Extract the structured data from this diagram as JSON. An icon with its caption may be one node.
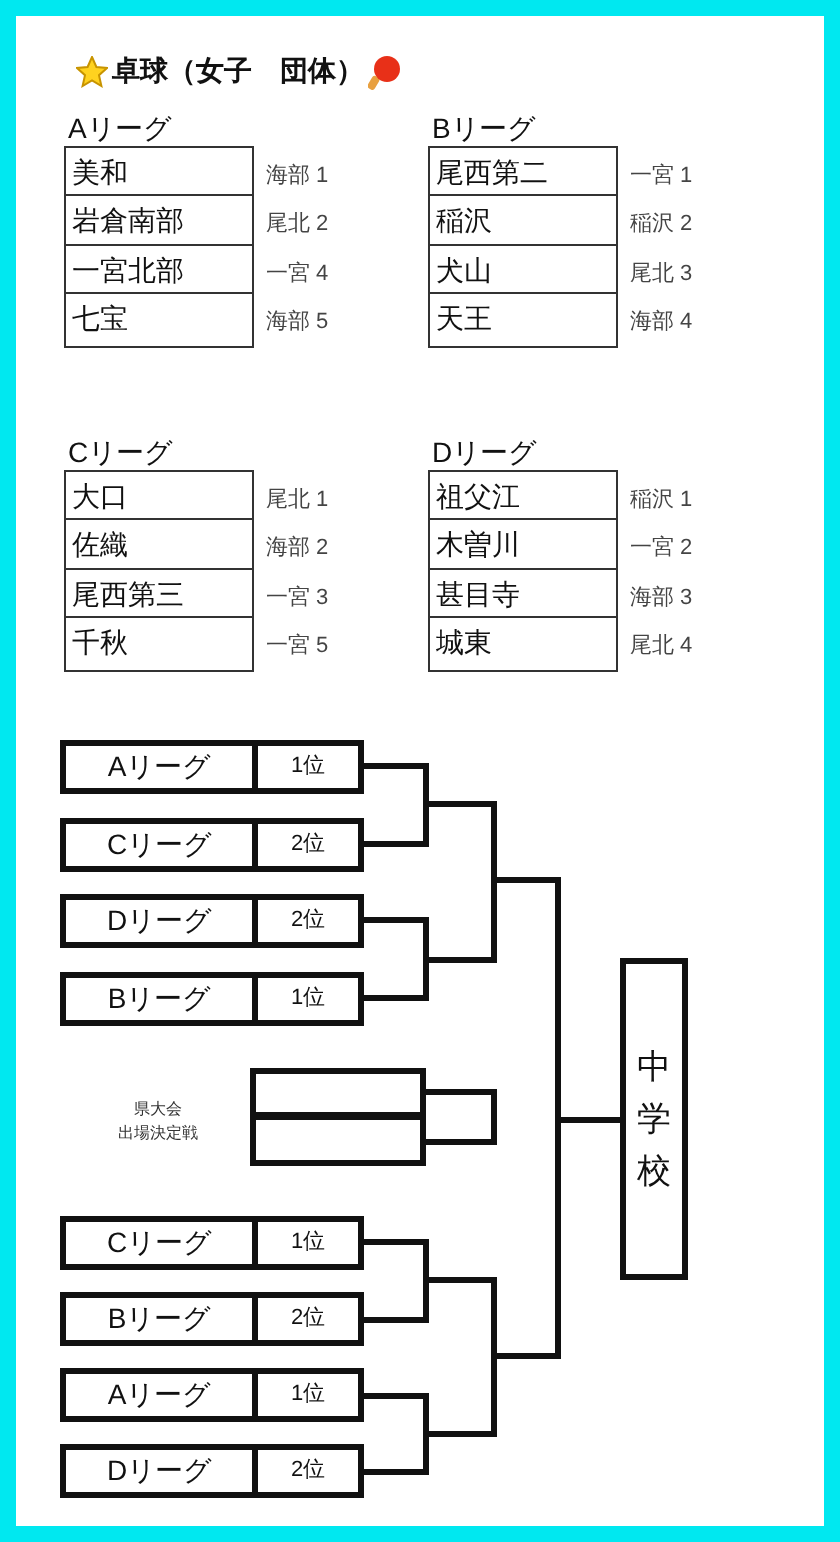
{
  "diagram": {
    "title": "卓球（女子　団体）",
    "nodes": [
      {
        "text": [
          "Aリーグ"
        ]
      },
      {
        "text": [
          "美和"
        ],
        "beside": [
          "海部 1"
        ],
        "in": 0
      },
      {
        "text": [
          "岩倉南部"
        ],
        "beside": [
          "尾北 2"
        ],
        "in": 0
      },
      {
        "text": [
          "一宮北部"
        ],
        "beside": [
          "一宮 4"
        ],
        "in": 0
      },
      {
        "text": [
          "七宝"
        ],
        "beside": [
          "海部 5"
        ],
        "in": 0
      },
      {
        "text": [
          "Bリーグ"
        ]
      },
      {
        "text": [
          "尾西第二"
        ],
        "beside": [
          "一宮 1"
        ],
        "in": 5
      },
      {
        "text": [
          "稲沢"
        ],
        "beside": [
          "稲沢 2"
        ],
        "in": 5
      },
      {
        "text": [
          "犬山"
        ],
        "beside": [
          "尾北 3"
        ],
        "in": 5
      },
      {
        "text": [
          "天王"
        ],
        "beside": [
          "海部 4"
        ],
        "in": 5
      },
      {
        "text": [
          "Cリーグ"
        ]
      },
      {
        "text": [
          "大口"
        ],
        "beside": [
          "尾北 1"
        ],
        "in": 10
      },
      {
        "text": [
          "佐織"
        ],
        "beside": [
          "海部 2"
        ],
        "in": 10
      },
      {
        "text": [
          "尾西第三"
        ],
        "beside": [
          "一宮 3"
        ],
        "in": 10
      },
      {
        "text": [
          "千秋"
        ],
        "beside": [
          "一宮 5"
        ],
        "in": 10
      },
      {
        "text": [
          "Dリーグ"
        ]
      },
      {
        "text": [
          "祖父江"
        ],
        "beside": [
          "稲沢 1"
        ],
        "in": 15
      },
      {
        "text": [
          "木曽川"
        ],
        "beside": [
          "一宮 2"
        ],
        "in": 15
      },
      {
        "text": [
          "甚目寺"
        ],
        "beside": [
          "海部 3"
        ],
        "in": 15
      },
      {
        "text": [
          "城東"
        ],
        "beside": [
          "尾北 4"
        ],
        "in": 15
      },
      {
        "text": [
          "Aリーグ",
          "1位"
        ]
      },
      {
        "text": [
          "Cリーグ",
          "2位"
        ]
      },
      {
        "text": [
          "Dリーグ",
          "2位"
        ]
      },
      {
        "text": [
          "Bリーグ",
          "1位"
        ]
      },
      {
        "text": [],
        "shape": "box"
      },
      {
        "text": [],
        "shape": "box"
      },
      {
        "text": [
          "Cリーグ",
          "1位"
        ]
      },
      {
        "text": [
          "Bリーグ",
          "2位"
        ]
      },
      {
        "text": [
          "Aリーグ",
          "1位"
        ]
      },
      {
        "text": [
          "Dリーグ",
          "2位"
        ]
      },
      {
        "text": [
          "中学校"
        ]
      }
    ],
    "edges": [
      {
        "from": 20,
        "to": 30,
        "arrow": "none"
      },
      {
        "from": 21,
        "to": 30,
        "arrow": "none"
      },
      {
        "from": 22,
        "to": 30,
        "arrow": "none"
      },
      {
        "from": 23,
        "to": 30,
        "arrow": "none"
      },
      {
        "from": 24,
        "to": 25,
        "arrow": "none"
      },
      {
        "from": 26,
        "to": 30,
        "arrow": "none"
      },
      {
        "from": 27,
        "to": 30,
        "arrow": "none"
      },
      {
        "from": 28,
        "to": 30,
        "arrow": "none"
      },
      {
        "from": 29,
        "to": 30,
        "arrow": "none"
      }
    ],
    "labels": [
      "県大会出場決定戦"
    ]
  }
}
